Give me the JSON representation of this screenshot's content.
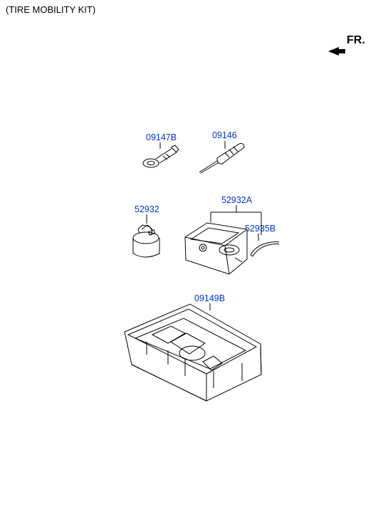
{
  "title": "(TIRE MOBILITY KIT)",
  "direction": {
    "label": "FR."
  },
  "parts": [
    {
      "id": "tow-hook",
      "number": "09147B"
    },
    {
      "id": "screwdriver",
      "number": "09146"
    },
    {
      "id": "sealant-bottle",
      "number": "52932"
    },
    {
      "id": "compressor",
      "number": "52932A"
    },
    {
      "id": "hose",
      "number": "52935B"
    },
    {
      "id": "tray",
      "number": "09149B"
    }
  ],
  "colors": {
    "part_label": "#0033cc",
    "line": "#000000"
  }
}
